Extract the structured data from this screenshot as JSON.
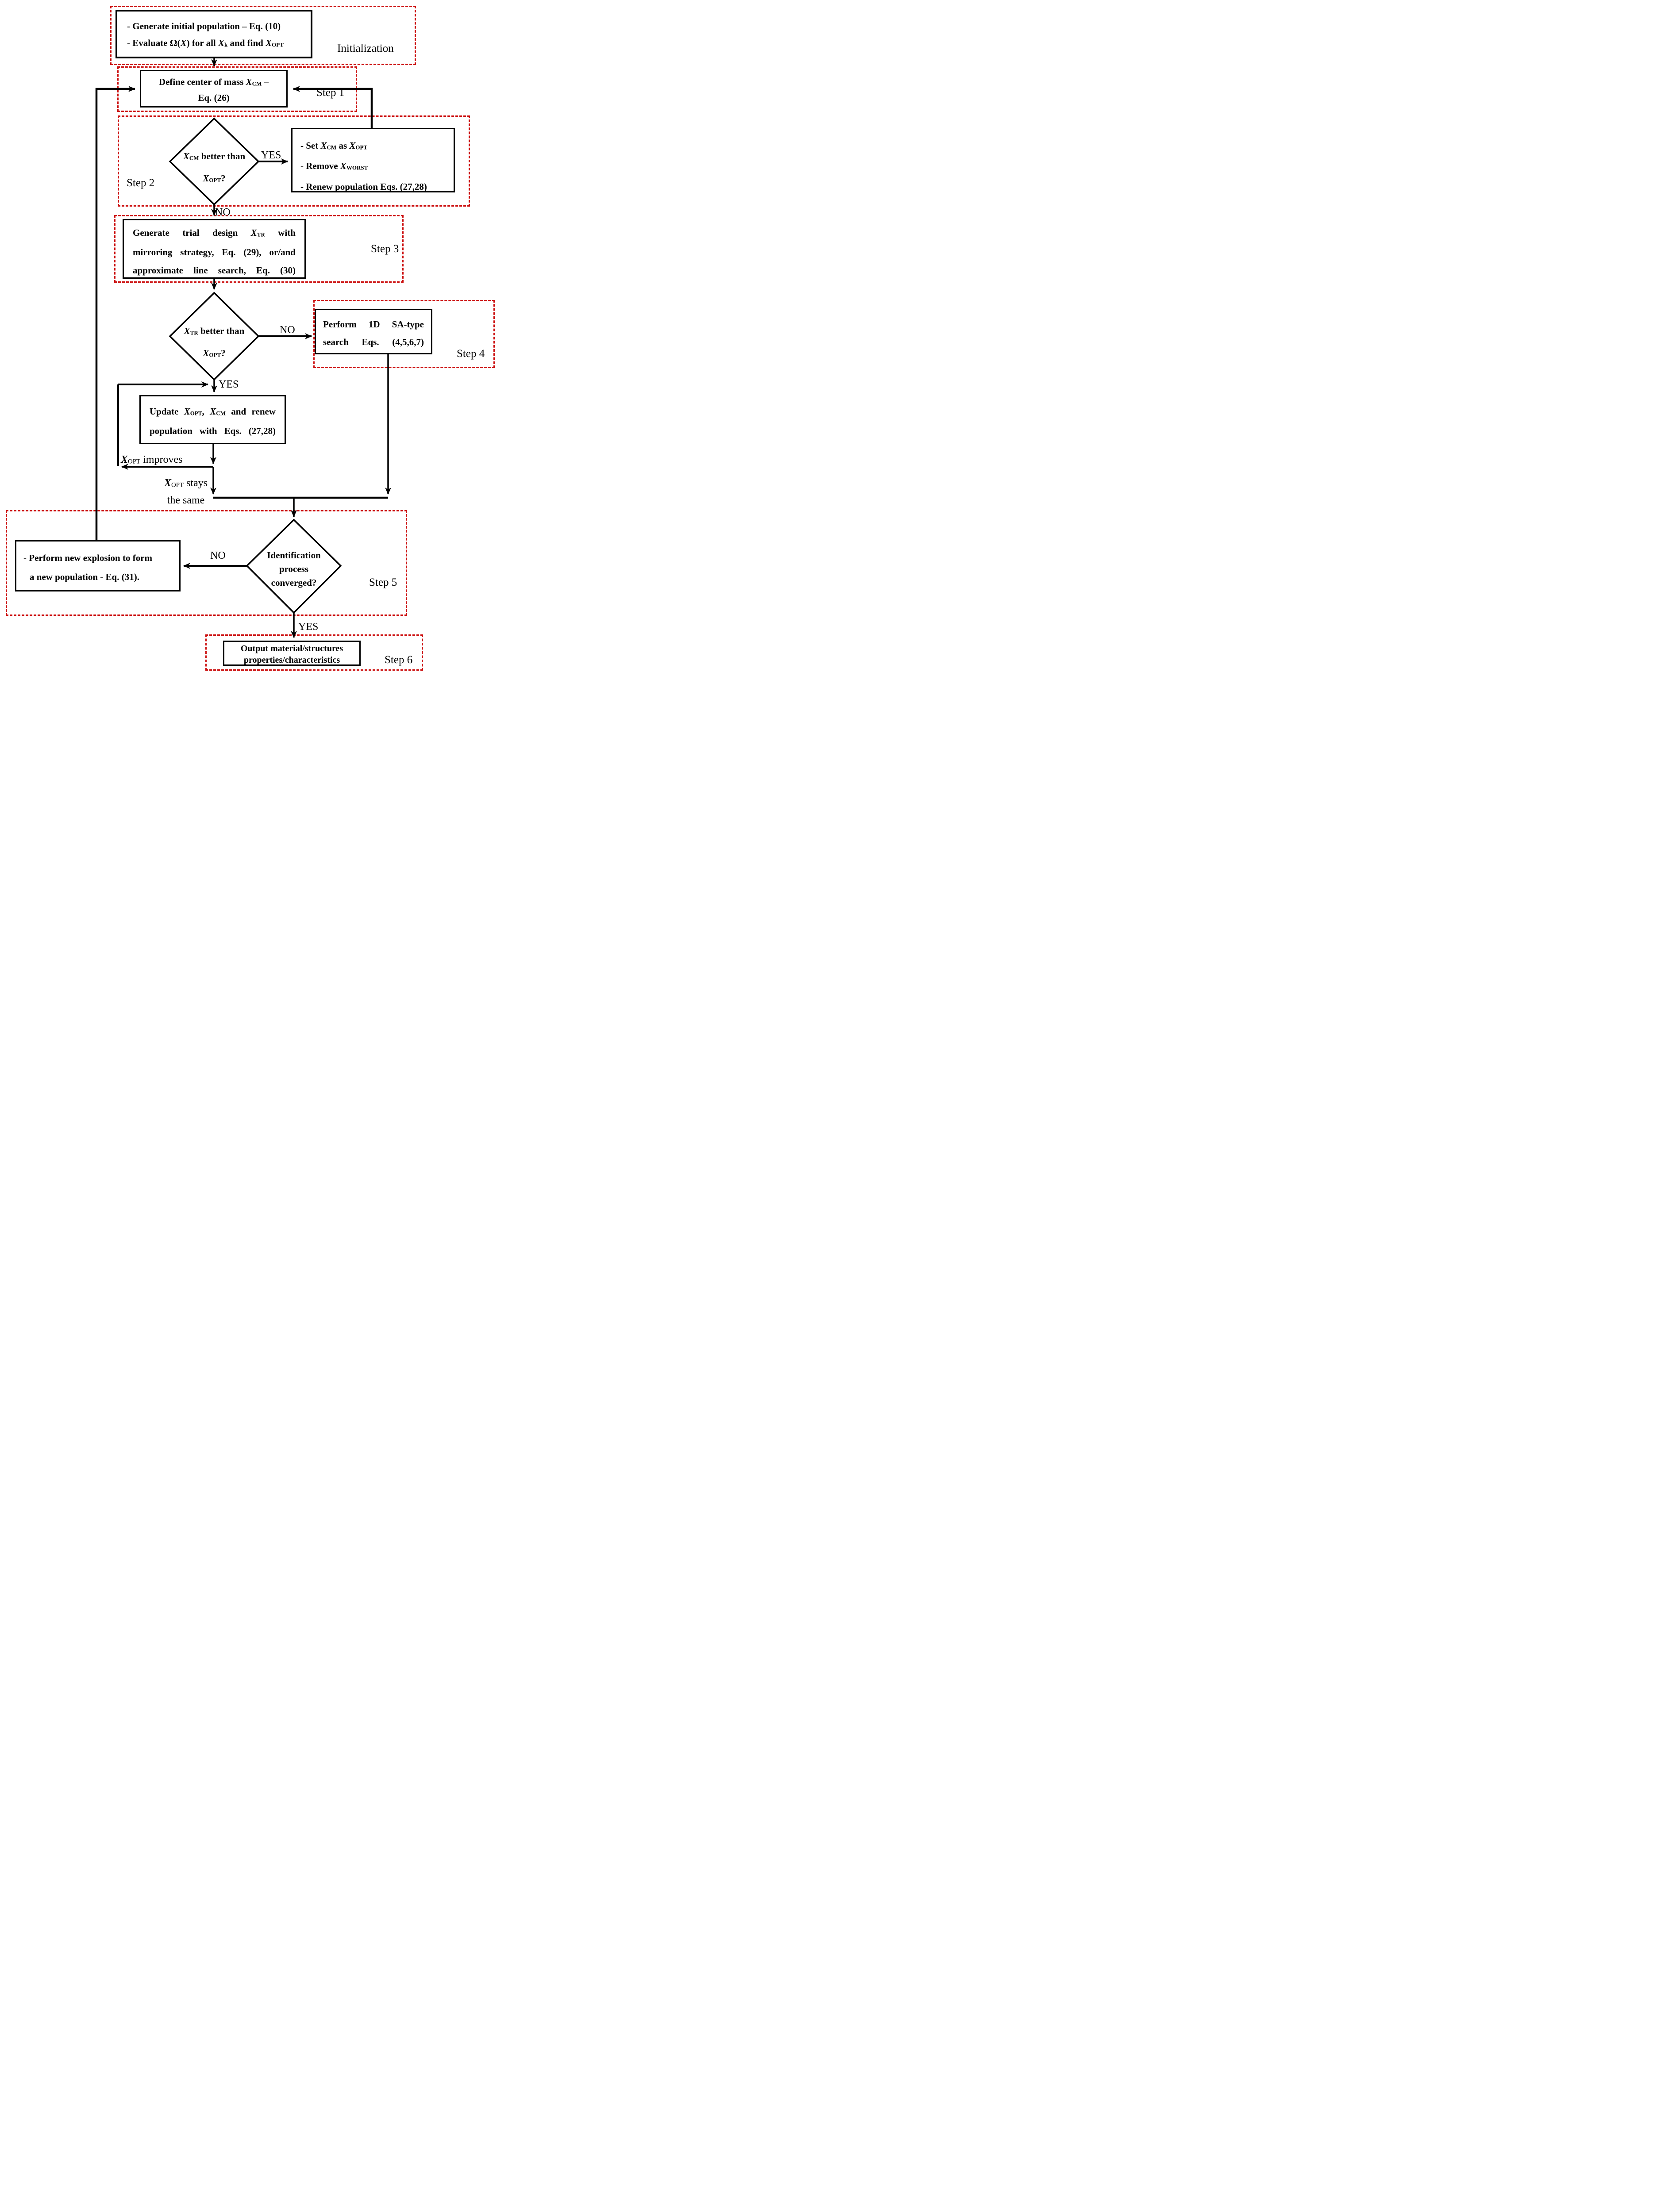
{
  "colors": {
    "dashed_red": "#cc1111",
    "line_black": "#000000"
  },
  "regions": {
    "initialization": {
      "label": "Initialization"
    },
    "step1": {
      "label": "Step 1"
    },
    "step2": {
      "label": "Step 2"
    },
    "step3": {
      "label": "Step 3"
    },
    "step4": {
      "label": "Step 4"
    },
    "step5": {
      "label": "Step 5"
    },
    "step6": {
      "label": "Step 6"
    }
  },
  "boxes": {
    "initial": {
      "lines": [
        "- Generate initial population – Eq. (10)",
        "- Evaluate Ω(*X*) for all *X*_{k} and find *X*_{OPT}"
      ]
    },
    "define": {
      "lines": [
        "Define center of mass *X*_{CM} –",
        "Eq. (26)"
      ]
    },
    "set_cm": {
      "lines": [
        "- Set *X*_{CM} as *X*_{OPT}",
        "- Remove *X*_{WORST}",
        "- Renew population Eqs. (27,28)"
      ]
    },
    "generate": {
      "lines": [
        "Generate trial design *X*_{TR} with",
        "mirroring strategy, Eq. (29), or/and",
        "approximate line search, Eq. (30)"
      ]
    },
    "perform_sa": {
      "lines": [
        "Perform 1D SA-type",
        "search Eqs. (4,5,6,7)"
      ]
    },
    "update": {
      "lines": [
        "Update *X*_{OPT}, *X*_{CM} and renew",
        "population with Eqs. (27,28)"
      ]
    },
    "explosion": {
      "lines": [
        "- Perform new explosion to form",
        "a new population - Eq. (31)."
      ]
    },
    "output": {
      "lines": [
        "Output material/structures",
        "properties/characteristics"
      ]
    }
  },
  "decisions": {
    "d1": {
      "lines": [
        "*X*_{CM} better than",
        "*X*_{OPT}?"
      ],
      "yes": "YES",
      "no": "NO"
    },
    "d2": {
      "lines": [
        "*X*_{TR} better than",
        "*X*_{OPT}?"
      ],
      "yes": "YES",
      "no": "NO"
    },
    "d3": {
      "lines": [
        "Identification",
        "process",
        "converged?"
      ],
      "yes": "YES",
      "no": "NO"
    }
  },
  "edge_labels": {
    "improves": "*X*_{OPT} improves",
    "stays_line1": "*X*_{OPT} stays",
    "stays_line2": "the same"
  }
}
